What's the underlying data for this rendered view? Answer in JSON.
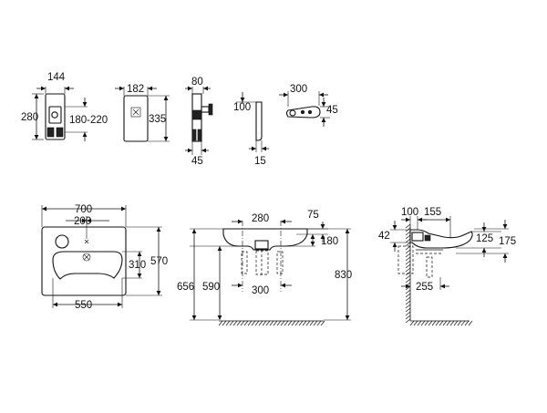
{
  "accessories": {
    "cistern": {
      "width": "144",
      "height": "280",
      "range": "180-220"
    },
    "panel": {
      "width": "182",
      "height": "335"
    },
    "bracket": {
      "top": "80",
      "projection": "100",
      "bottom": "45"
    },
    "shelf": {
      "thickness": "15"
    },
    "handle": {
      "length": "300",
      "height": "45"
    }
  },
  "basin_plan": {
    "width": "700",
    "hole_offset": "200",
    "inner": "310",
    "depth": "570",
    "bowl_width": "550"
  },
  "basin_front": {
    "overflow_spacing": "280",
    "rim": "75",
    "rim_height": "180",
    "mount_656": "656",
    "mount_590": "590",
    "waste_spacing": "300",
    "floor_height": "830"
  },
  "basin_side": {
    "d100": "100",
    "d155": "155",
    "d42": "42",
    "d125": "125",
    "d175": "175",
    "d255": "255"
  }
}
